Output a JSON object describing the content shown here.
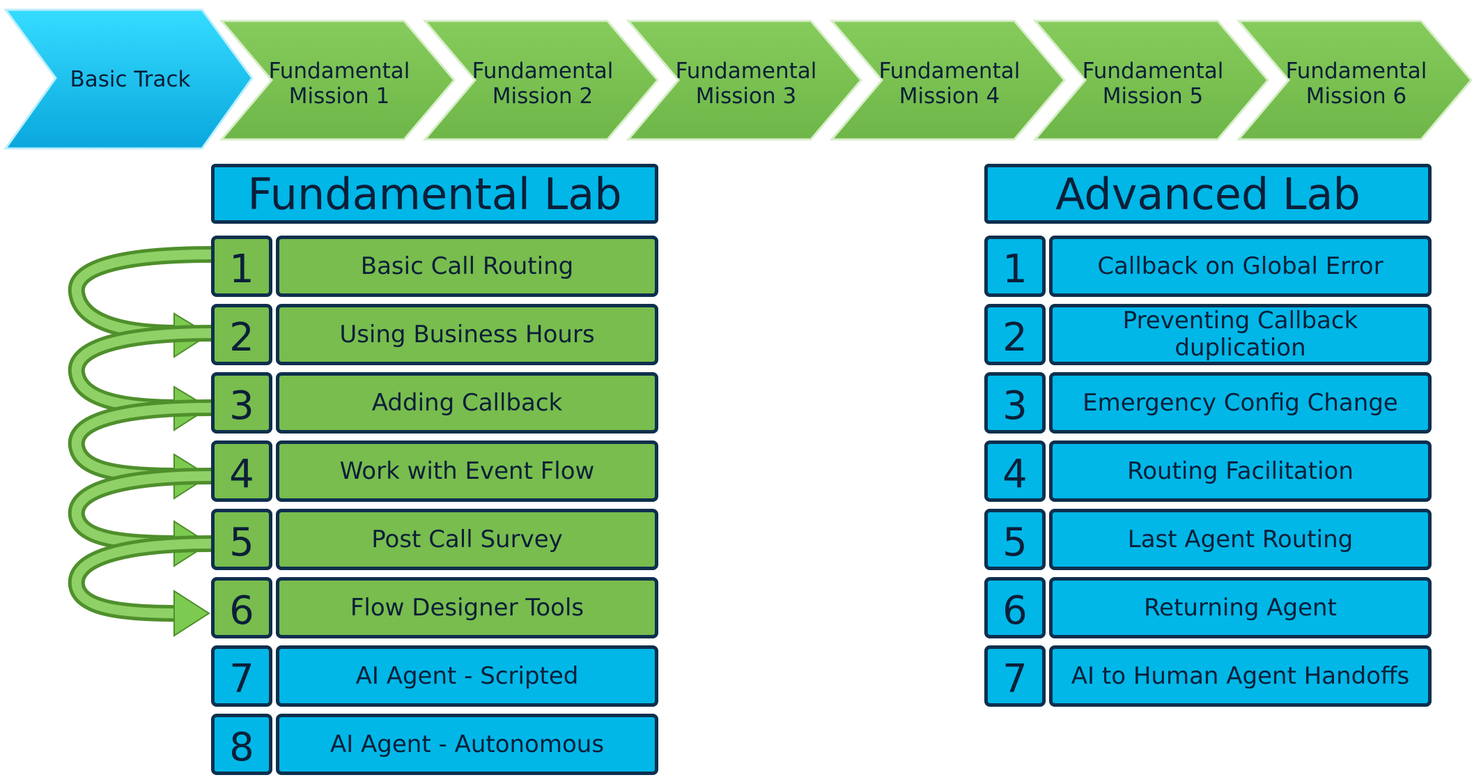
{
  "track": {
    "start_label": "Basic Track",
    "missions": [
      "Fundamental\nMission 1",
      "Fundamental\nMission 2",
      "Fundamental\nMission 3",
      "Fundamental\nMission 4",
      "Fundamental\nMission 5",
      "Fundamental\nMission 6"
    ]
  },
  "fundamental_lab": {
    "title": "Fundamental Lab",
    "items": [
      {
        "num": "1",
        "label": "Basic Call Routing"
      },
      {
        "num": "2",
        "label": "Using Business Hours"
      },
      {
        "num": "3",
        "label": "Adding Callback"
      },
      {
        "num": "4",
        "label": "Work with Event Flow"
      },
      {
        "num": "5",
        "label": "Post Call Survey"
      },
      {
        "num": "6",
        "label": "Flow Designer Tools"
      },
      {
        "num": "7",
        "label": "AI Agent - Scripted"
      },
      {
        "num": "8",
        "label": "AI Agent - Autonomous"
      }
    ]
  },
  "advanced_lab": {
    "title": "Advanced Lab",
    "items": [
      {
        "num": "1",
        "label": "Callback on Global Error"
      },
      {
        "num": "2",
        "label": "Preventing Callback duplication"
      },
      {
        "num": "3",
        "label": "Emergency Config Change"
      },
      {
        "num": "4",
        "label": "Routing Facilitation"
      },
      {
        "num": "5",
        "label": "Last Agent Routing"
      },
      {
        "num": "6",
        "label": "Returning Agent"
      },
      {
        "num": "7",
        "label": "AI to Human Agent Handoffs"
      }
    ]
  },
  "colors": {
    "green": "#78bd4e",
    "blue": "#00b7e8",
    "border": "#0e2f4d"
  }
}
